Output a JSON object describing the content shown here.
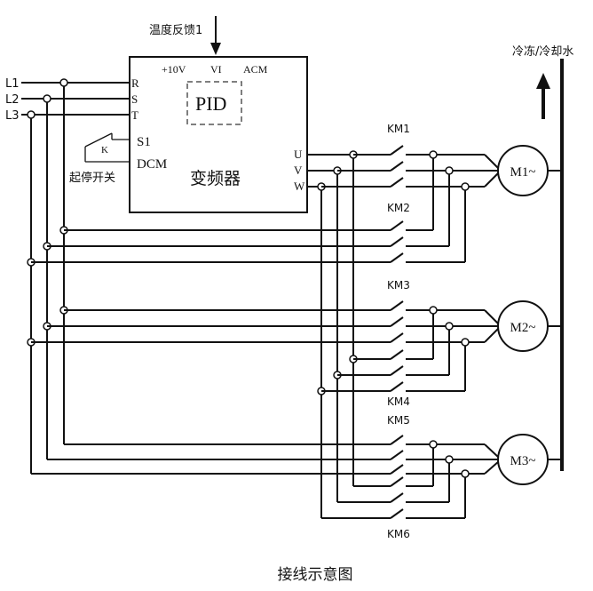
{
  "inputs": {
    "lines": [
      "L1",
      "L2",
      "L3"
    ],
    "temp_feedback": "温度反馈1"
  },
  "inverter": {
    "name": "变频器",
    "top_terminals": [
      "+10V",
      "VI",
      "ACM"
    ],
    "pid": "PID",
    "input_terminals": [
      "R",
      "S",
      "T"
    ],
    "output_terminals": [
      "U",
      "V",
      "W"
    ],
    "s1": "S1",
    "dcm": "DCM",
    "k": "K",
    "start_stop_switch": "起停开关"
  },
  "contactors": [
    "KM1",
    "KM2",
    "KM3",
    "KM4",
    "KM5",
    "KM6"
  ],
  "motors": [
    "M1~",
    "M2~",
    "M3~"
  ],
  "water_label": "冷冻/冷却水",
  "caption": "接线示意图"
}
